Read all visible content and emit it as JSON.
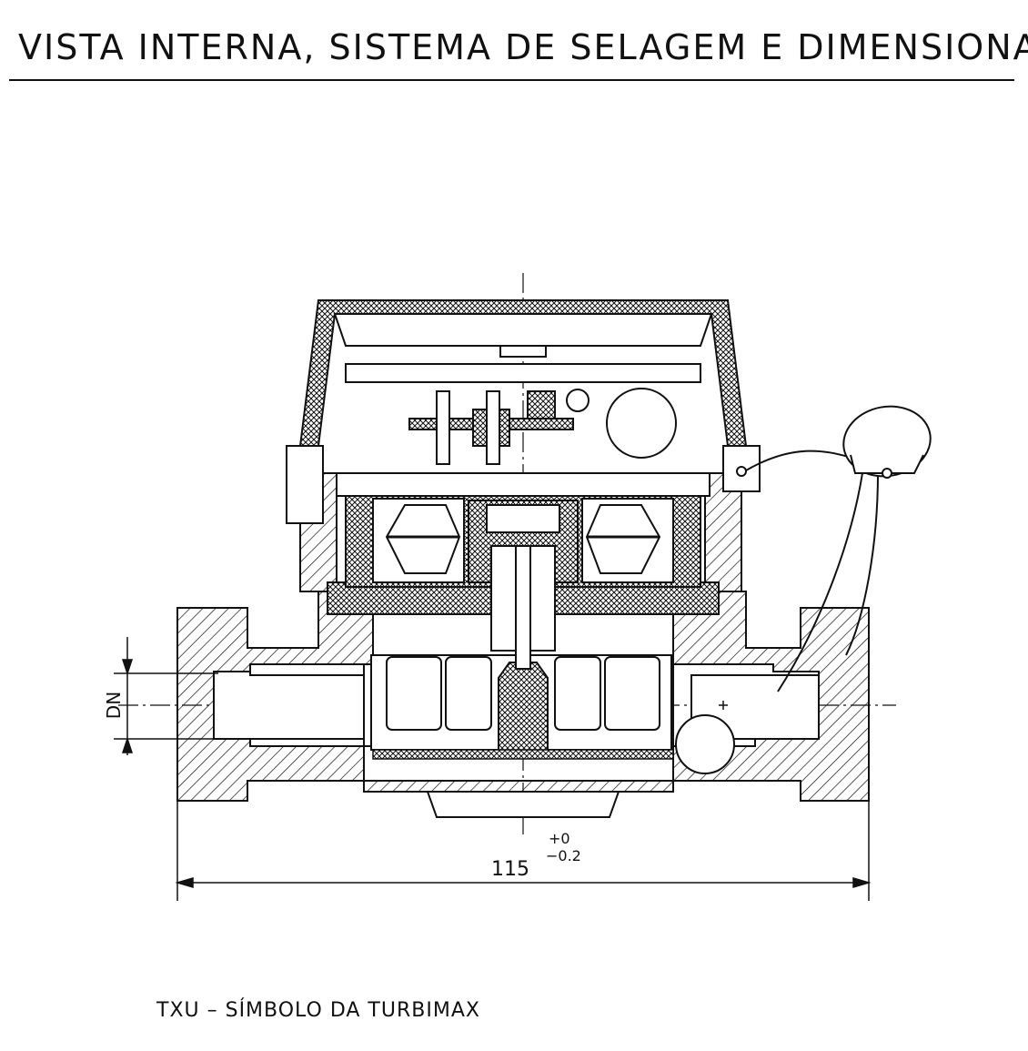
{
  "title": "VISTA INTERNA, SISTEMA DE SELAGEM E DIMENSIONAL",
  "labels": {
    "dn": "DN",
    "length": "115",
    "tol_upper": "+0",
    "tol_lower": "−0.2"
  },
  "caption": "TXU – SÍMBOLO DA TURBIMAX",
  "colors": {
    "ink": "#111111",
    "paper": "#ffffff"
  }
}
